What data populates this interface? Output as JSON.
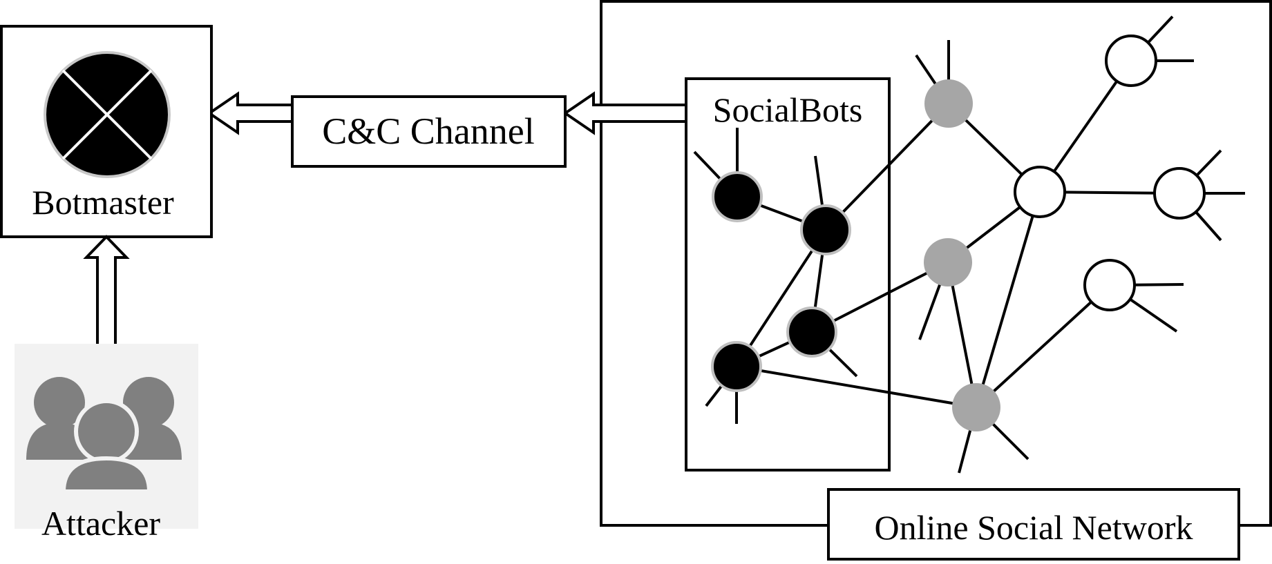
{
  "diagram": {
    "botmaster": {
      "label": "Botmaster",
      "icon": "botmaster-x-circle-icon"
    },
    "attacker": {
      "label": "Attacker",
      "icon": "group-users-icon"
    },
    "cc_channel": {
      "label": "C&C Channel"
    },
    "socialbots": {
      "label": "SocialBots"
    },
    "osn": {
      "label": "Online Social Network"
    },
    "node_kinds": {
      "bot": "#000000",
      "infiltrated": "#a6a6a6",
      "benign": "#ffffff"
    }
  }
}
